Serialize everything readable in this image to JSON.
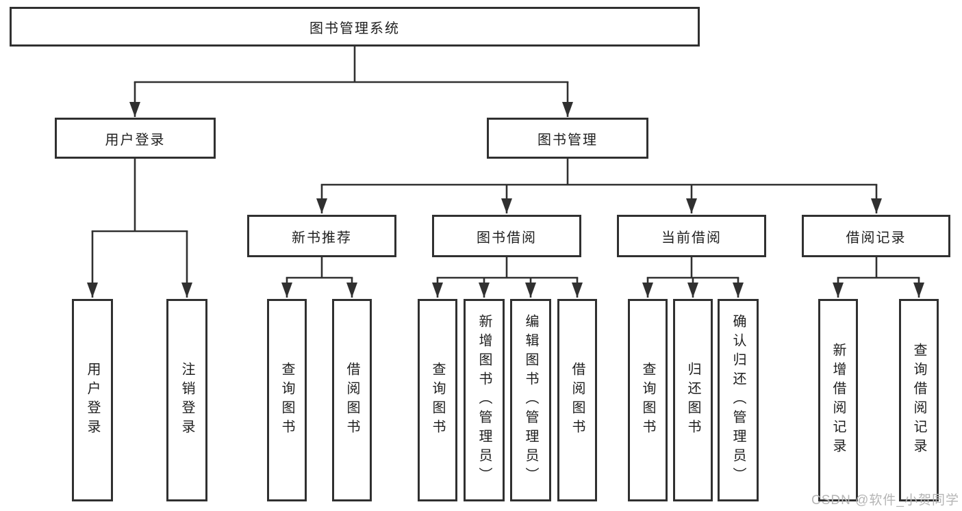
{
  "page": {
    "colors": {
      "bg": "#ffffff",
      "line": "#303030",
      "text": "#1f1f1f",
      "watermark": "#b5b5b5"
    },
    "watermark_text": "CSDN @软件_小贺同学"
  },
  "tree": {
    "root": {
      "label": "图书管理系统"
    },
    "branches": [
      {
        "label": "用户登录",
        "children": [
          {
            "label": "用户登录"
          },
          {
            "label": "注销登录"
          }
        ]
      },
      {
        "label": "图书管理",
        "children": [
          {
            "label": "新书推荐",
            "children": [
              {
                "label": "查询图书"
              },
              {
                "label": "借阅图书"
              }
            ]
          },
          {
            "label": "图书借阅",
            "children": [
              {
                "label": "查询图书"
              },
              {
                "label": "新增图书（管理员）"
              },
              {
                "label": "编辑图书（管理员）"
              },
              {
                "label": "借阅图书"
              }
            ]
          },
          {
            "label": "当前借阅",
            "children": [
              {
                "label": "查询图书"
              },
              {
                "label": "归还图书"
              },
              {
                "label": "确认归还（管理员）"
              }
            ]
          },
          {
            "label": "借阅记录",
            "children": [
              {
                "label": "新增借阅记录"
              },
              {
                "label": "查询借阅记录"
              }
            ]
          }
        ]
      }
    ]
  }
}
